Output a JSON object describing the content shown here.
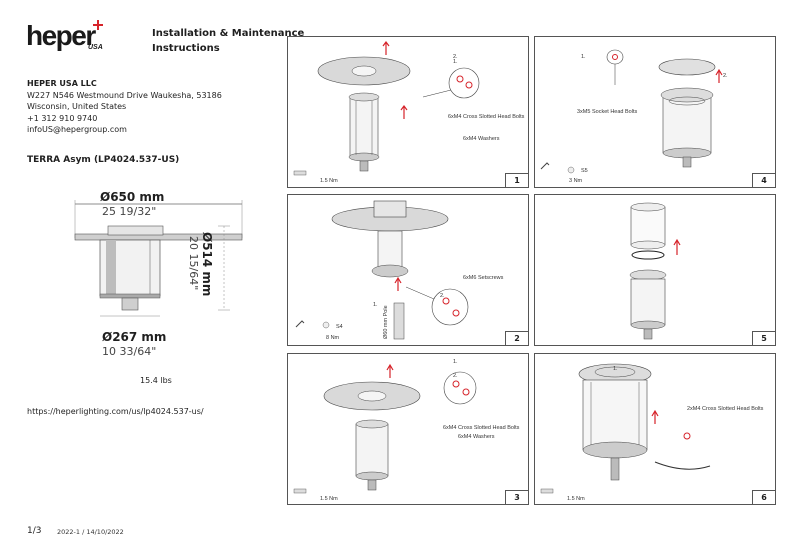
{
  "logo": {
    "brand": "heper",
    "suffix": "USA"
  },
  "document": {
    "title_line1": "Installation & Maintenance",
    "title_line2": "Instructions"
  },
  "company": {
    "name": "HEPER USA LLC",
    "address1": "W227 N546 Westmound Drive Waukesha, 53186",
    "address2": "Wisconsin, United States",
    "phone": "+1 312 910 9740",
    "email": "infoUS@hepergroup.com"
  },
  "product": {
    "name": "TERRA Asym (LP4024.537-US)"
  },
  "dimensions": {
    "top_mm": "Ø650 mm",
    "top_in": "25 19/32\"",
    "height_mm": "Ø514 mm",
    "height_in": "20 15/64\"",
    "bottom_mm": "Ø267 mm",
    "bottom_in": "10 33/64\""
  },
  "weight": "15.4 lbs",
  "url": "https://heperlighting.com/us/lp4024.537-us/",
  "footer": {
    "page": "1/3",
    "version": "2022-1 / 14/10/2022"
  },
  "panels": [
    {
      "number": "1",
      "step1": "1.",
      "step2": "2.",
      "note1": "6xM4 Cross Slotted Head Bolts",
      "note2": "6xM4 Washers",
      "torque": "1.5 Nm"
    },
    {
      "number": "2",
      "step1": "1.",
      "step2": "2.",
      "note1": "6xM6 Setscrews",
      "cable": "Ø60 mm Pole",
      "tool": "S4",
      "torque": "8 Nm"
    },
    {
      "number": "3",
      "step1": "1.",
      "step2": "2.",
      "note1": "6xM4 Cross Slotted Head Bolts",
      "note2": "6xM4 Washers",
      "torque": "1.5 Nm"
    },
    {
      "number": "4",
      "step1": "1.",
      "step2": "2.",
      "note1": "3xM5 Socket Head Bolts",
      "tool": "S5",
      "torque": "3 Nm"
    },
    {
      "number": "5"
    },
    {
      "number": "6",
      "step1": "1.",
      "note1": "2xM4 Cross Slotted Head Bolts",
      "torque": "1.5 Nm"
    }
  ]
}
